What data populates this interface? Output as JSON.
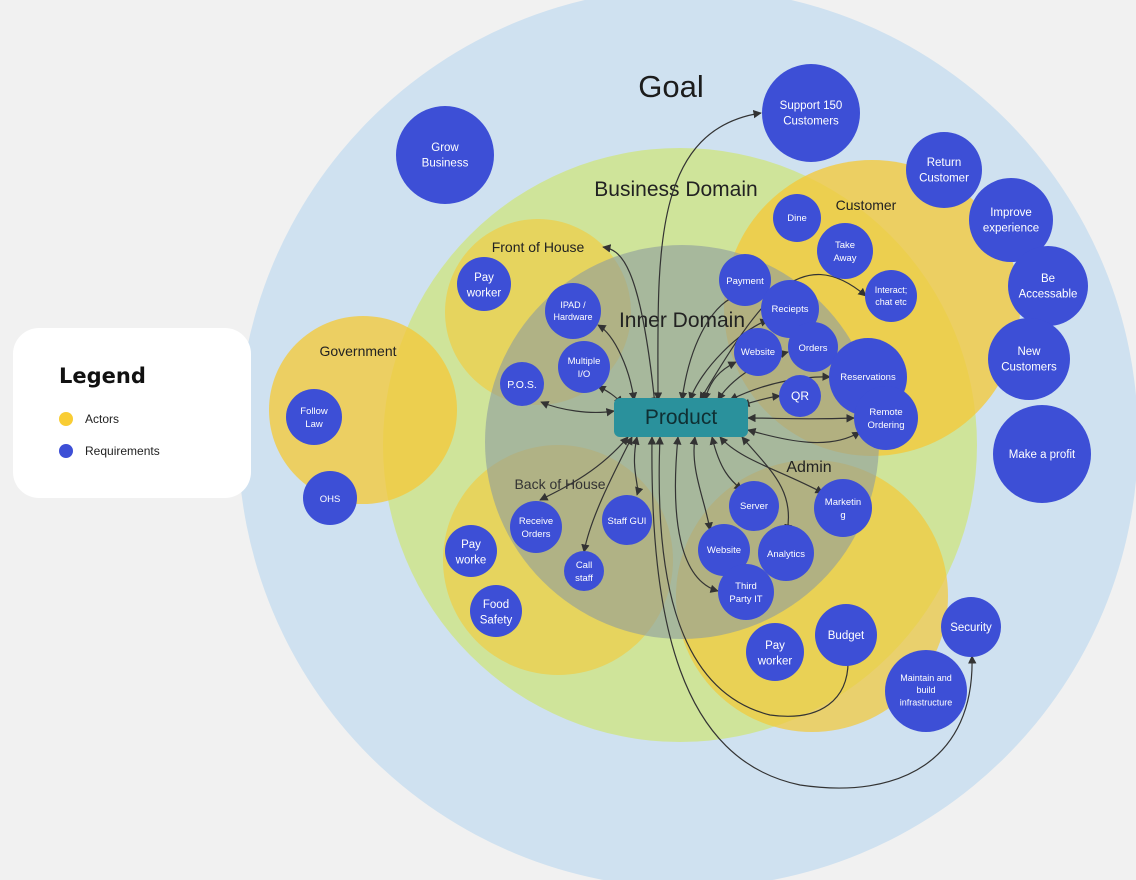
{
  "legend": {
    "title": "Legend",
    "items": [
      {
        "label": "Actors",
        "color": "#f9cd34"
      },
      {
        "label": "Requirements",
        "color": "#3d4fd6"
      }
    ]
  },
  "colors": {
    "background": "#f1f1f1",
    "goal": "#cfe1f0",
    "business_domain": "#cfe49a",
    "actor": "#f3c93a",
    "inner_domain": "#9fb0ab",
    "product": "#2a919c",
    "requirement": "#3d4fd6",
    "arrow": "#333333"
  },
  "regions": {
    "goal": "Goal",
    "business_domain": "Business Domain",
    "inner_domain": "Inner Domain",
    "customer": "Customer",
    "front_of_house": "Front of House",
    "government": "Government",
    "back_of_house": "Back of House",
    "admin": "Admin"
  },
  "product": "Product",
  "requirements": {
    "support_150": "Support 150 Customers",
    "grow_business": "Grow Business",
    "return_customer": "Return Customer",
    "improve_experience": "Improve experience",
    "be_accessable": "Be Accessable",
    "new_customers": "New Customers",
    "make_profit": "Make a profit",
    "dine": "Dine",
    "take_away": "Take Away",
    "interact_chat": "Interact; chat etc",
    "payment": "Payment",
    "reciepts": "Reciepts",
    "website_top": "Website",
    "orders": "Orders",
    "reservations": "Reservations",
    "qr": "QR",
    "remote_ordering": "Remote Ordering",
    "pay_worker_foh": "Pay worker",
    "ipad_hardware": "IPAD / Hardware",
    "multiple_io": "Multiple I/O",
    "pos": "P.O.S.",
    "follow_law": "Follow Law",
    "ohs": "OHS",
    "receive_orders": "Receive Orders",
    "staff_gui": "Staff GUI",
    "call_staff": "Call staff",
    "pay_worke_boh": "Pay worke",
    "food_safety": "Food Safety",
    "server": "Server",
    "marketing": "Marketin g",
    "website_admin": "Website",
    "analytics": "Analytics",
    "third_party_it": "Third Party IT",
    "pay_worker_admin": "Pay worker",
    "budget": "Budget",
    "security": "Security",
    "maintain_infra": "Maintain and build infrastructure"
  }
}
